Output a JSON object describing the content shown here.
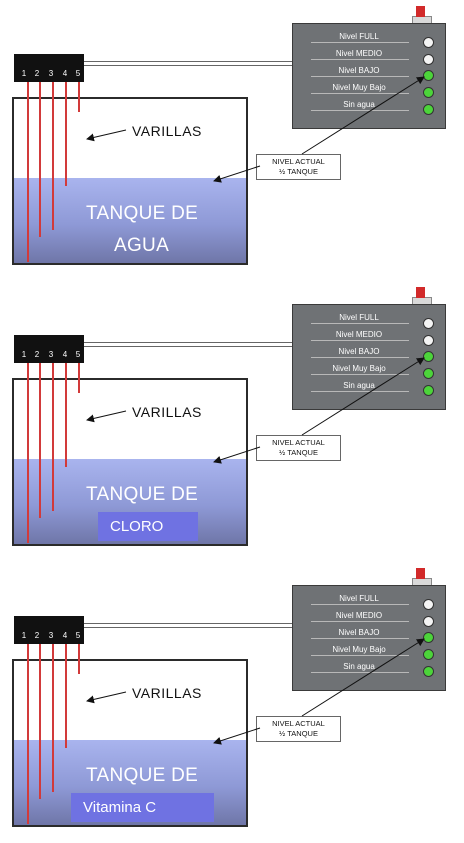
{
  "panels": [
    {
      "tank_title": "TANQUE DE",
      "tank_subtitle": "AGUA",
      "subtitle_style": "plain",
      "rods_label": "VARILLAS",
      "note": [
        "NIVEL ACTUAL",
        "½ TANQUE"
      ],
      "connector_numbers": [
        "1",
        "2",
        "3",
        "4",
        "5"
      ],
      "levels": [
        {
          "label": "Nivel FULL",
          "led": "white"
        },
        {
          "label": "Nivel MEDIO",
          "led": "white"
        },
        {
          "label": "Nivel BAJO",
          "led": "green"
        },
        {
          "label": "Nivel Muy Bajo",
          "led": "green"
        },
        {
          "label": "Sin agua",
          "led": "green"
        }
      ]
    },
    {
      "tank_title": "TANQUE DE",
      "tank_subtitle": "CLORO",
      "subtitle_style": "box",
      "rods_label": "VARILLAS",
      "note": [
        "NIVEL ACTUAL",
        "½ TANQUE"
      ],
      "connector_numbers": [
        "1",
        "2",
        "3",
        "4",
        "5"
      ],
      "levels": [
        {
          "label": "Nivel FULL",
          "led": "white"
        },
        {
          "label": "Nivel MEDIO",
          "led": "white"
        },
        {
          "label": "Nivel BAJO",
          "led": "green"
        },
        {
          "label": "Nivel Muy Bajo",
          "led": "green"
        },
        {
          "label": "Sin agua",
          "led": "green"
        }
      ]
    },
    {
      "tank_title": "TANQUE DE",
      "tank_subtitle": "Vitamina C",
      "subtitle_style": "box-wide",
      "rods_label": "VARILLAS",
      "note": [
        "NIVEL ACTUAL",
        "½ TANQUE"
      ],
      "connector_numbers": [
        "1",
        "2",
        "3",
        "4",
        "5"
      ],
      "levels": [
        {
          "label": "Nivel FULL",
          "led": "white"
        },
        {
          "label": "Nivel MEDIO",
          "led": "white"
        },
        {
          "label": "Nivel BAJO",
          "led": "green"
        },
        {
          "label": "Nivel Muy Bajo",
          "led": "green"
        },
        {
          "label": "Sin agua",
          "led": "green"
        }
      ]
    }
  ],
  "colors": {
    "led_white": "#f4f4f4",
    "led_green": "#4cd43a",
    "rod": "#d23a3a",
    "water_top": "#a9b4ee",
    "control_box": "#6f7275",
    "label_box": "#6f72e2"
  },
  "icons": {
    "knob": "red-knob-icon",
    "led": "indicator-led-icon",
    "arrow": "arrow-icon"
  }
}
